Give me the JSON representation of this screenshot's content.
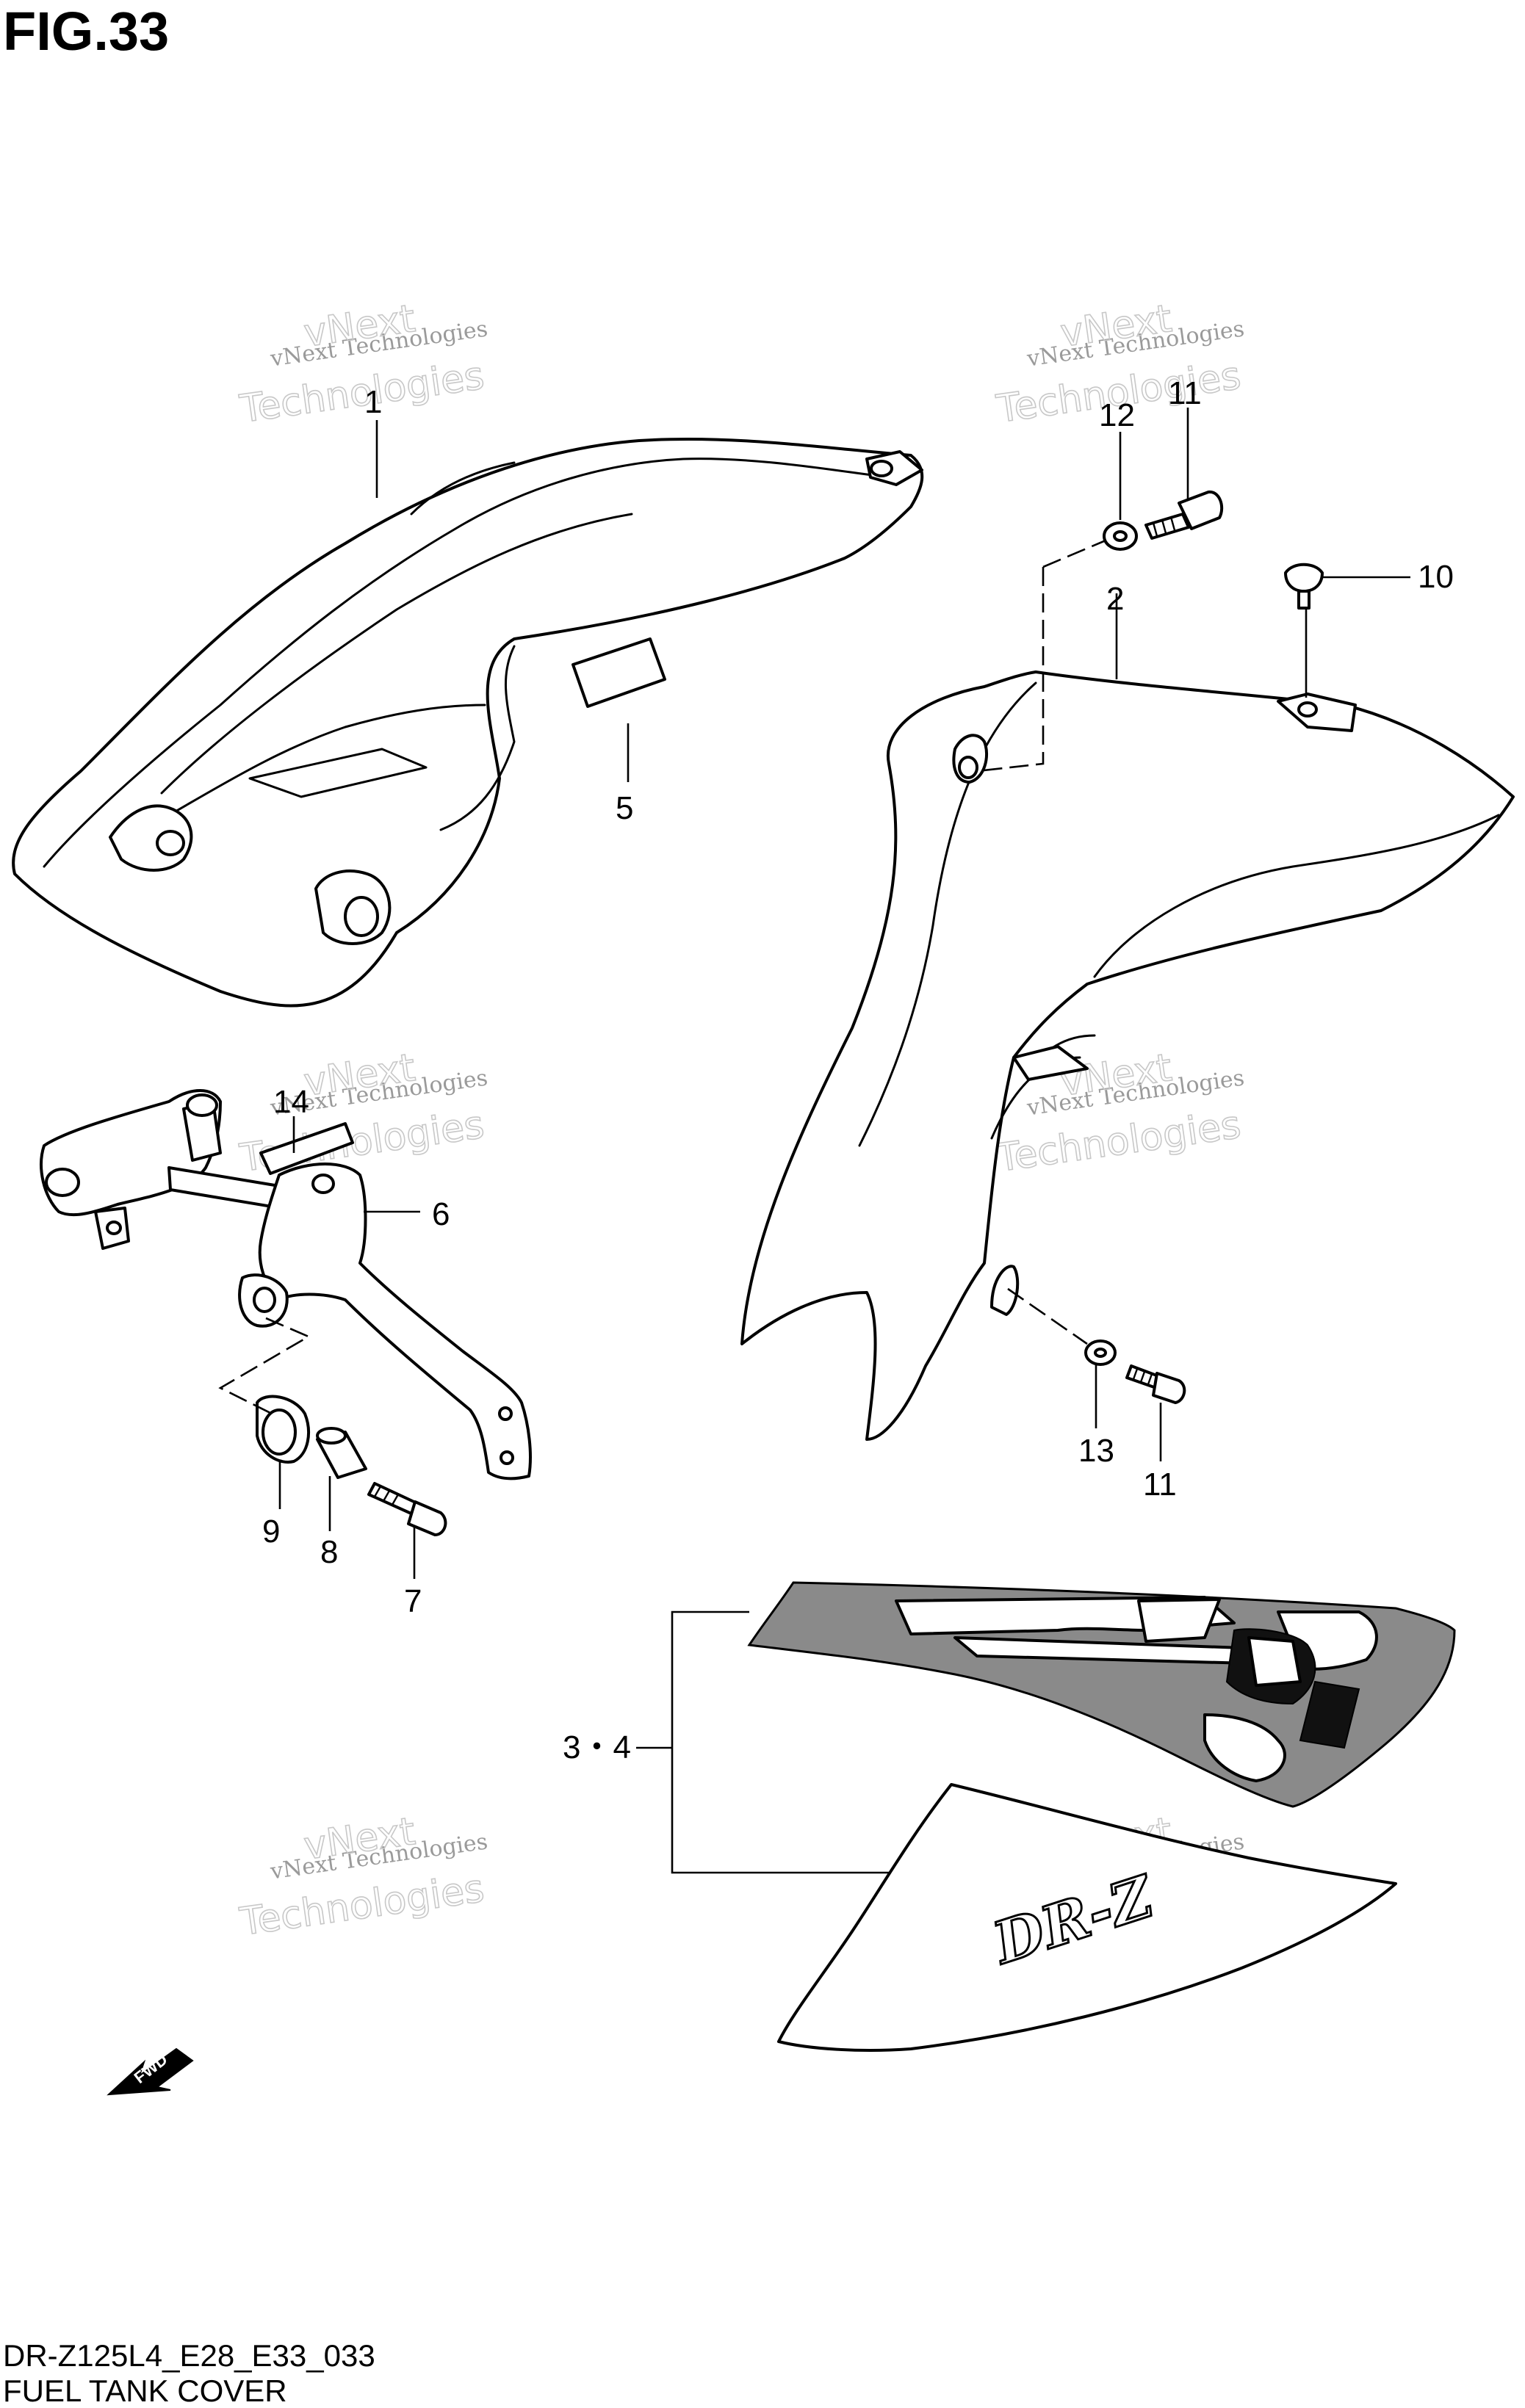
{
  "figure": {
    "number": "FIG.33",
    "code": "DR-Z125L4_E28_E33_033",
    "title": "FUEL TANK COVER"
  },
  "callouts": [
    "1",
    "2",
    "3・4",
    "5",
    "6",
    "7",
    "8",
    "9",
    "10",
    "11",
    "11",
    "12",
    "13",
    "14"
  ],
  "watermark": {
    "line1": "vNext Technologies",
    "line2": "vNext",
    "line3": "Technologies"
  },
  "decal_text": "DR-Z",
  "fwd_label": "FWD",
  "colors": {
    "ink": "#000000",
    "paper": "#ffffff",
    "pattern_gray": "#8a8a8a",
    "watermark_gray": "#9a9a9a"
  }
}
